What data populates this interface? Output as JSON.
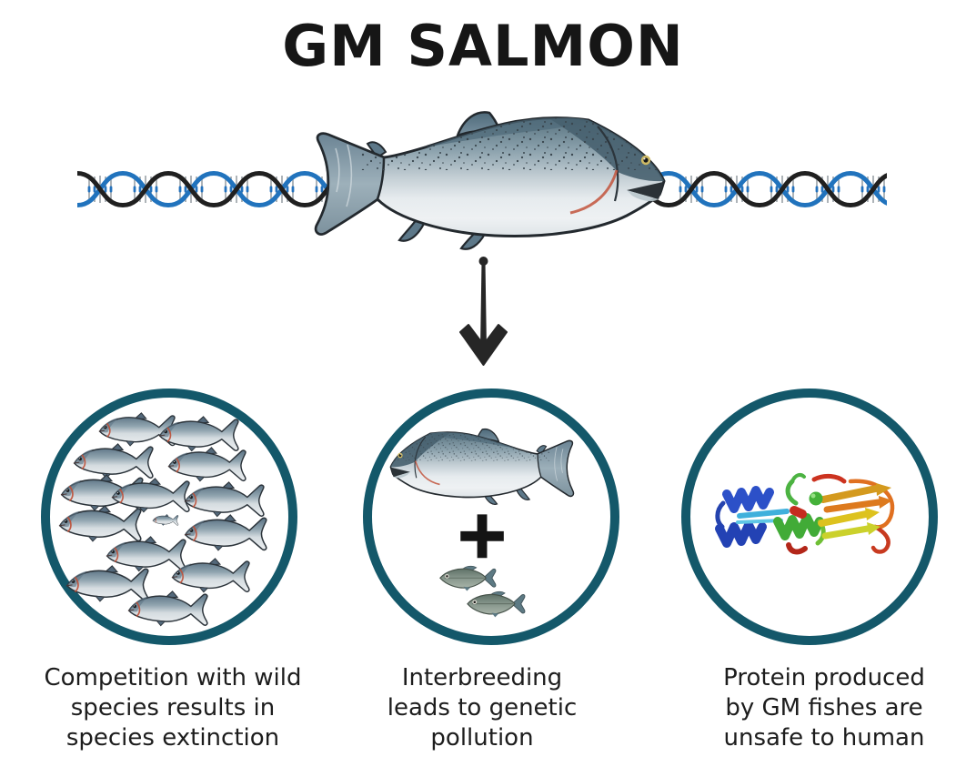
{
  "title": "GM SALMON",
  "colors": {
    "circle_border": "#14586a",
    "dna_blue": "#2173bd",
    "dna_black": "#202020",
    "arrow": "#262626",
    "text": "#1d1d1d"
  },
  "hero": {
    "fish_icon": "gm-salmon-illustration",
    "dna_icon": "dna-helix-strand"
  },
  "arrow_icon": "down-arrow",
  "circles": [
    {
      "icon": "school-of-salmon",
      "caption": {
        "lines": [
          "Competition with wild",
          "species results in",
          "species extinction"
        ]
      }
    },
    {
      "icon": "salmon-plus-wild-fish",
      "plus": "+",
      "caption": {
        "lines": [
          "Interbreeding",
          "leads to genetic",
          "pollution"
        ]
      }
    },
    {
      "icon": "protein-ribbon-structure",
      "caption": {
        "lines": [
          "Protein produced",
          "by GM fishes are",
          "unsafe to human"
        ]
      }
    }
  ]
}
